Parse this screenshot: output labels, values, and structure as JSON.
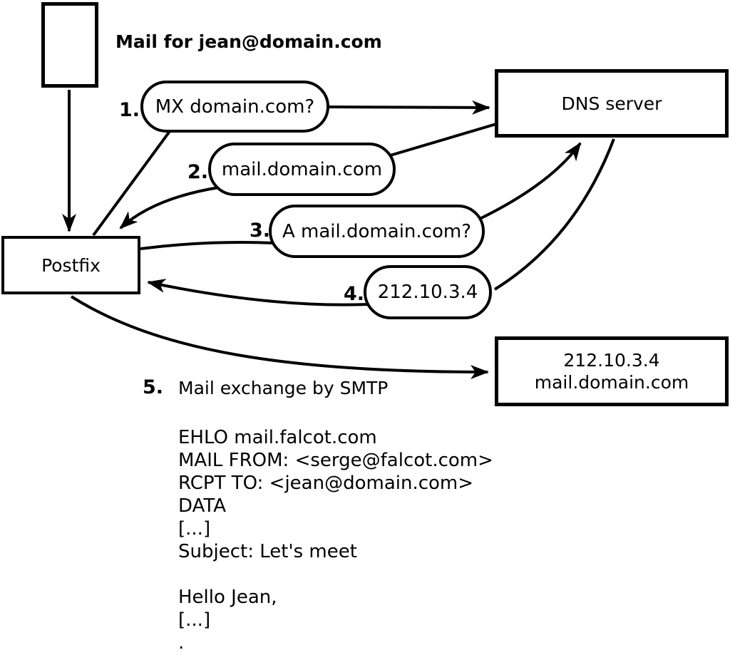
{
  "title": {
    "label": "Mail for jean@domain.com"
  },
  "nodes": {
    "envelope": {
      "desc": "mail-message"
    },
    "postfix": {
      "label": "Postfix"
    },
    "dns": {
      "label": "DNS server"
    },
    "mailhost": {
      "line1": "212.10.3.4",
      "line2": "mail.domain.com"
    }
  },
  "steps": [
    {
      "num": "1.",
      "label": "MX domain.com?"
    },
    {
      "num": "2.",
      "label": "mail.domain.com"
    },
    {
      "num": "3.",
      "label": "A mail.domain.com?"
    },
    {
      "num": "4.",
      "label": "212.10.3.4"
    },
    {
      "num": "5.",
      "label": "Mail exchange by SMTP"
    }
  ],
  "smtp_dialog": {
    "lines": [
      "EHLO mail.falcot.com",
      "MAIL FROM: <serge@falcot.com>",
      "RCPT TO: <jean@domain.com>",
      "DATA",
      "[...]",
      "Subject: Let's meet",
      "",
      "Hello Jean,",
      "[...]",
      "."
    ]
  },
  "colors": {
    "line": "#000000",
    "background": "#ffffff"
  }
}
